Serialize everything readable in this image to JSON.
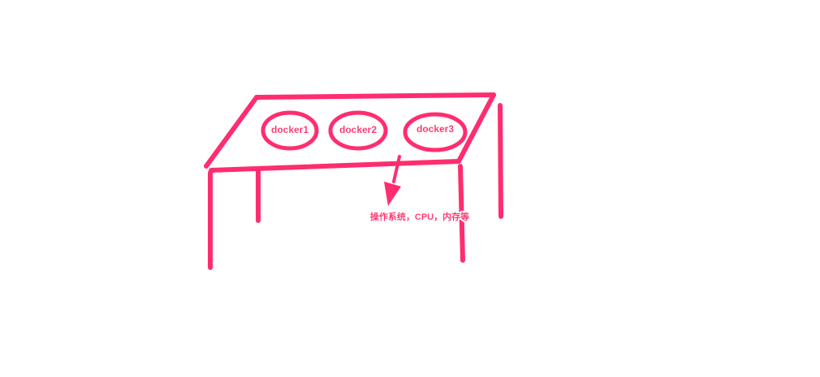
{
  "colors": {
    "accent": "#ff2d6f",
    "background": "#ffffff",
    "text_shadow": "#ffffff"
  },
  "diagram": {
    "containers": [
      {
        "label": "docker1"
      },
      {
        "label": "docker2"
      },
      {
        "label": "docker3"
      }
    ],
    "annotation": {
      "label": "操作系统，CPU，内存等"
    }
  }
}
